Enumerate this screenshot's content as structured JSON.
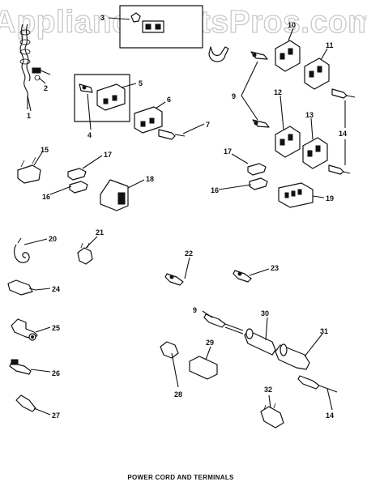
{
  "watermark": "AppliancePartsPros.com",
  "caption": "POWER CORD AND TERMINALS",
  "callouts": {
    "c1": "1",
    "c2": "2",
    "c3": "3",
    "c4": "4",
    "c5": "5",
    "c6": "6",
    "c7": "7",
    "c9a": "9",
    "c9b": "9",
    "c10": "10",
    "c11": "11",
    "c12": "12",
    "c13": "13",
    "c14a": "14",
    "c14b": "14",
    "c15": "15",
    "c16a": "16",
    "c16b": "16",
    "c17a": "17",
    "c17b": "17",
    "c18": "18",
    "c19": "19",
    "c20": "20",
    "c21": "21",
    "c22": "22",
    "c23": "23",
    "c24": "24",
    "c25": "25",
    "c26": "26",
    "c27": "27",
    "c28": "28",
    "c29": "29",
    "c30": "30",
    "c31": "31",
    "c32": "32"
  },
  "colors": {
    "ink": "#111111",
    "paper": "#ffffff",
    "watermark": "#c9c9c9"
  }
}
